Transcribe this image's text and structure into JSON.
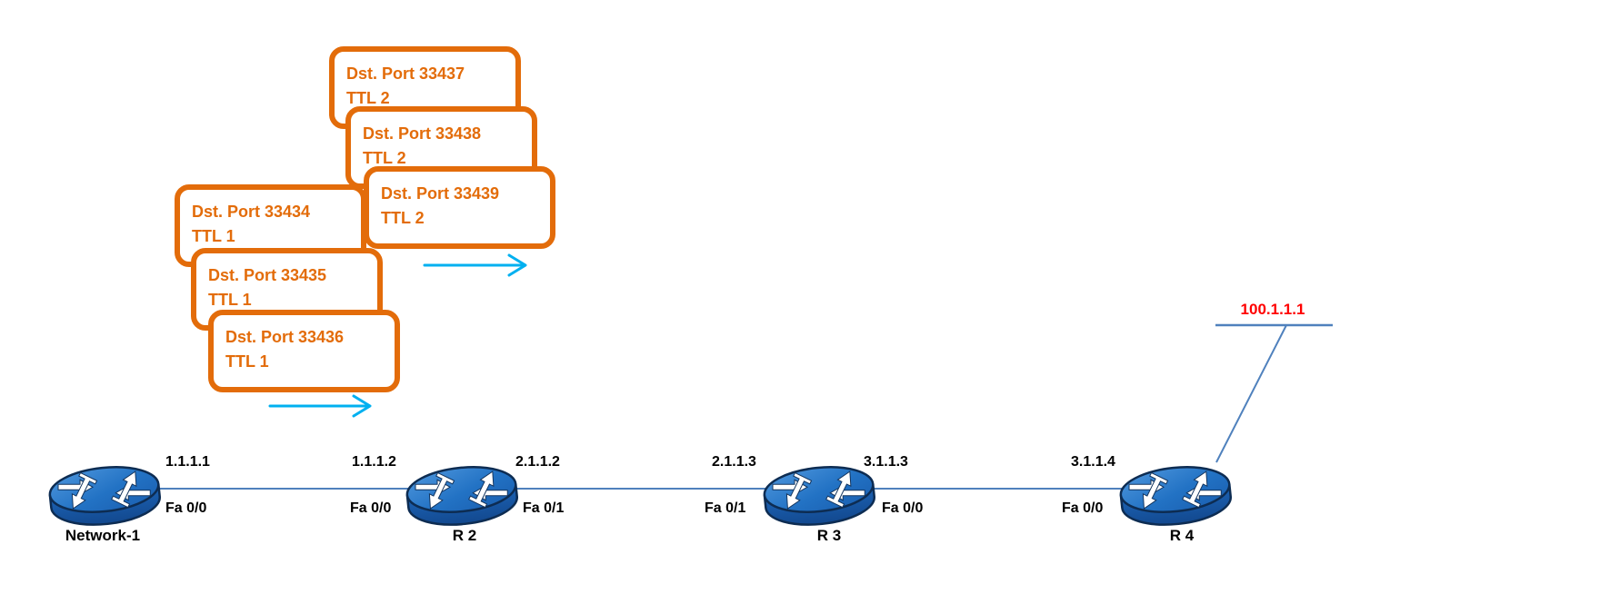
{
  "packets_ttl2": [
    {
      "port": "Dst. Port 33437",
      "ttl": "TTL 2"
    },
    {
      "port": "Dst. Port 33438",
      "ttl": "TTL 2"
    },
    {
      "port": "Dst. Port 33439",
      "ttl": "TTL 2"
    }
  ],
  "packets_ttl1": [
    {
      "port": "Dst. Port 33434",
      "ttl": "TTL 1"
    },
    {
      "port": "Dst. Port 33435",
      "ttl": "TTL 1"
    },
    {
      "port": "Dst. Port 33436",
      "ttl": "TTL 1"
    }
  ],
  "routers": [
    {
      "name": "Network-1"
    },
    {
      "name": "R 2"
    },
    {
      "name": "R 3"
    },
    {
      "name": "R 4"
    }
  ],
  "interfaces": [
    {
      "ip": "1.1.1.1",
      "iface": "Fa 0/0"
    },
    {
      "ip": "1.1.1.2",
      "iface": "Fa 0/0"
    },
    {
      "ip": "2.1.1.2",
      "iface": "Fa 0/1"
    },
    {
      "ip": "2.1.1.3",
      "iface": "Fa 0/1"
    },
    {
      "ip": "3.1.1.3",
      "iface": "Fa 0/0"
    },
    {
      "ip": "3.1.1.4",
      "iface": "Fa 0/0"
    }
  ],
  "remote_network": {
    "ip": "100.1.1.1"
  },
  "colors": {
    "packet": "#E36C0A",
    "arrow": "#00B0F0",
    "link": "#4F81BD",
    "remote_ip": "#FF0000",
    "label_text": "#000000",
    "router_blue": "#2272C4"
  }
}
